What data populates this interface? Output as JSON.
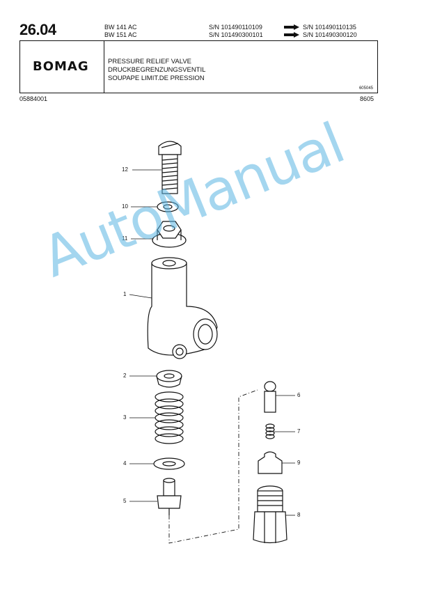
{
  "header": {
    "section": "26.04",
    "models": [
      "BW 141 AC",
      "BW 151 AC"
    ],
    "serials": [
      {
        "from": "S/N 101490110109",
        "to": "S/N 101490110135"
      },
      {
        "from": "S/N 101490300101",
        "to": "S/N 101490300120"
      }
    ],
    "logo": "BOMAG",
    "titles": [
      "PRESSURE RELIEF VALVE",
      "DRUCKBEGRENZUNGSVENTIL",
      "SOUPAPE LIMIT.DE PRESSION"
    ],
    "drawing_ref": "605045",
    "doc_number": "05884001",
    "date_code": "8605"
  },
  "parts": [
    {
      "num": "12",
      "name": "bolt"
    },
    {
      "num": "10",
      "name": "washer"
    },
    {
      "num": "11",
      "name": "nut"
    },
    {
      "num": "1",
      "name": "valve-body"
    },
    {
      "num": "2",
      "name": "spring-seat"
    },
    {
      "num": "3",
      "name": "spring"
    },
    {
      "num": "4",
      "name": "washer"
    },
    {
      "num": "5",
      "name": "piston"
    },
    {
      "num": "6",
      "name": "pin"
    },
    {
      "num": "7",
      "name": "small-spring"
    },
    {
      "num": "9",
      "name": "plug"
    },
    {
      "num": "8",
      "name": "fitting"
    }
  ],
  "watermark": "AutoManual"
}
